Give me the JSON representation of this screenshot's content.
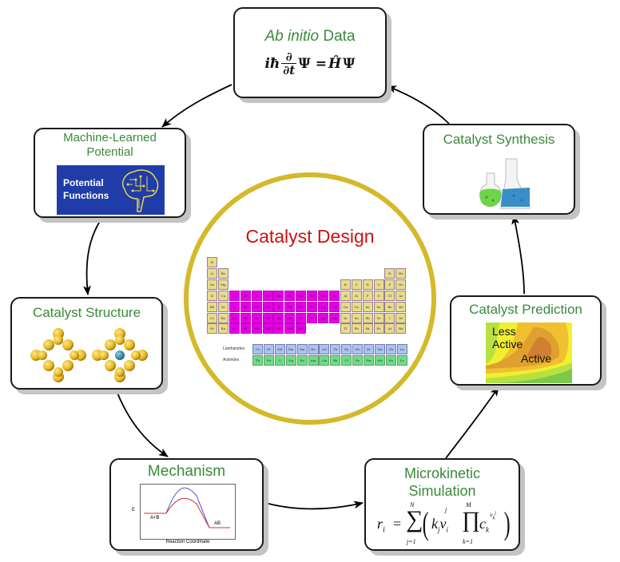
{
  "diagram": {
    "type": "cycle",
    "center": {
      "title": "Catalyst Design",
      "image": "periodic-table",
      "periodic_table": {
        "main_rows": [
          [
            "H"
          ],
          [
            "Li",
            "Be",
            "",
            "",
            "",
            "",
            "",
            "",
            "",
            "",
            "",
            "",
            "",
            "",
            "",
            "",
            "H",
            "He"
          ],
          [
            "Na",
            "Mg",
            "",
            "",
            "",
            "",
            "",
            "",
            "",
            "",
            "",
            "",
            "B",
            "C",
            "N",
            "O",
            "F",
            "Ne"
          ],
          [
            "K",
            "Ca",
            "Sc",
            "Ti",
            "V",
            "Cr",
            "Mn",
            "Fe",
            "Co",
            "Ni",
            "Cu",
            "Zn",
            "Al",
            "Si",
            "P",
            "S",
            "Cl",
            "Ar"
          ],
          [
            "Rb",
            "Sr",
            "Y",
            "Zr",
            "Nb",
            "Mo",
            "Tc",
            "Ru",
            "Rh",
            "Pd",
            "Ag",
            "Cd",
            "Ga",
            "Ge",
            "As",
            "Se",
            "Br",
            "Kr"
          ],
          [
            "Cs",
            "Ba",
            "La",
            "Hf",
            "Ta",
            "W",
            "Re",
            "Os",
            "Ir",
            "Pt",
            "Au",
            "Hg",
            "In",
            "Sn",
            "Sb",
            "Te",
            "I",
            "Xe"
          ],
          [
            "Fr",
            "Ra",
            "Ac",
            "Rf",
            "Ha",
            "106",
            "107",
            "108",
            "109",
            "",
            "",
            "",
            "Tl",
            "Pb",
            "Bi",
            "Po",
            "At",
            "Rn"
          ]
        ],
        "lanthanides_label": "Lanthanides",
        "lanthanides": [
          "Ce",
          "Pr",
          "Nd",
          "Pm",
          "Sm",
          "Eu",
          "Gd",
          "Tb",
          "Dy",
          "Ho",
          "Er",
          "Tm",
          "Yb",
          "Lu"
        ],
        "actinides_label": "Actinides",
        "actinides": [
          "Th",
          "Pa",
          "U",
          "Np",
          "Pu",
          "Am",
          "Cm",
          "Bk",
          "Cf",
          "Es",
          "Fm",
          "Md",
          "No",
          "Lr"
        ]
      }
    },
    "nodes": [
      {
        "id": "ab-initio",
        "title_italic": "Ab initio",
        "title_rest": " Data",
        "equation": "iħ ∂/∂t Ψ = ĤΨ"
      },
      {
        "id": "ml-potential",
        "title_line1": "Machine-Learned",
        "title_line2": "Potential",
        "image_text_line1": "Potential",
        "image_text_line2": "Functions"
      },
      {
        "id": "catalyst-structure",
        "title": "Catalyst Structure",
        "image": "gold clusters"
      },
      {
        "id": "mechanism",
        "title": "Mechanism",
        "plot": {
          "ylabel": "E",
          "xlabel": "Reaction Coordinate",
          "reactant_label": "A+B",
          "product_label": "AB"
        }
      },
      {
        "id": "microkinetic",
        "title_line1": "Microkinetic",
        "title_line2": "Simulation",
        "equation": "r_i = Σ_{j=1}^{N} ( k_j ν_i^j Π_{k=1}^{M} c_k^{ν_k^j} )"
      },
      {
        "id": "catalyst-prediction",
        "title": "Catalyst Prediction",
        "label_less_line1": "Less",
        "label_less_line2": "Active",
        "label_active": "Active"
      },
      {
        "id": "catalyst-synthesis",
        "title": "Catalyst Synthesis",
        "image": "flasks"
      }
    ],
    "edges": [
      [
        "ab-initio",
        "ml-potential"
      ],
      [
        "ml-potential",
        "catalyst-structure"
      ],
      [
        "catalyst-structure",
        "mechanism"
      ],
      [
        "mechanism",
        "microkinetic"
      ],
      [
        "microkinetic",
        "catalyst-prediction"
      ],
      [
        "catalyst-prediction",
        "catalyst-synthesis"
      ],
      [
        "catalyst-synthesis",
        "ab-initio"
      ]
    ]
  },
  "colors": {
    "title_green": "#3a8a3a",
    "center_red": "#d01010",
    "circle_gold": "#d4b92a",
    "transition_metals": "#e600e6",
    "main_group": "#e8dc8a",
    "lanthanides": "#a9c4f0",
    "actinides": "#6edc88"
  }
}
